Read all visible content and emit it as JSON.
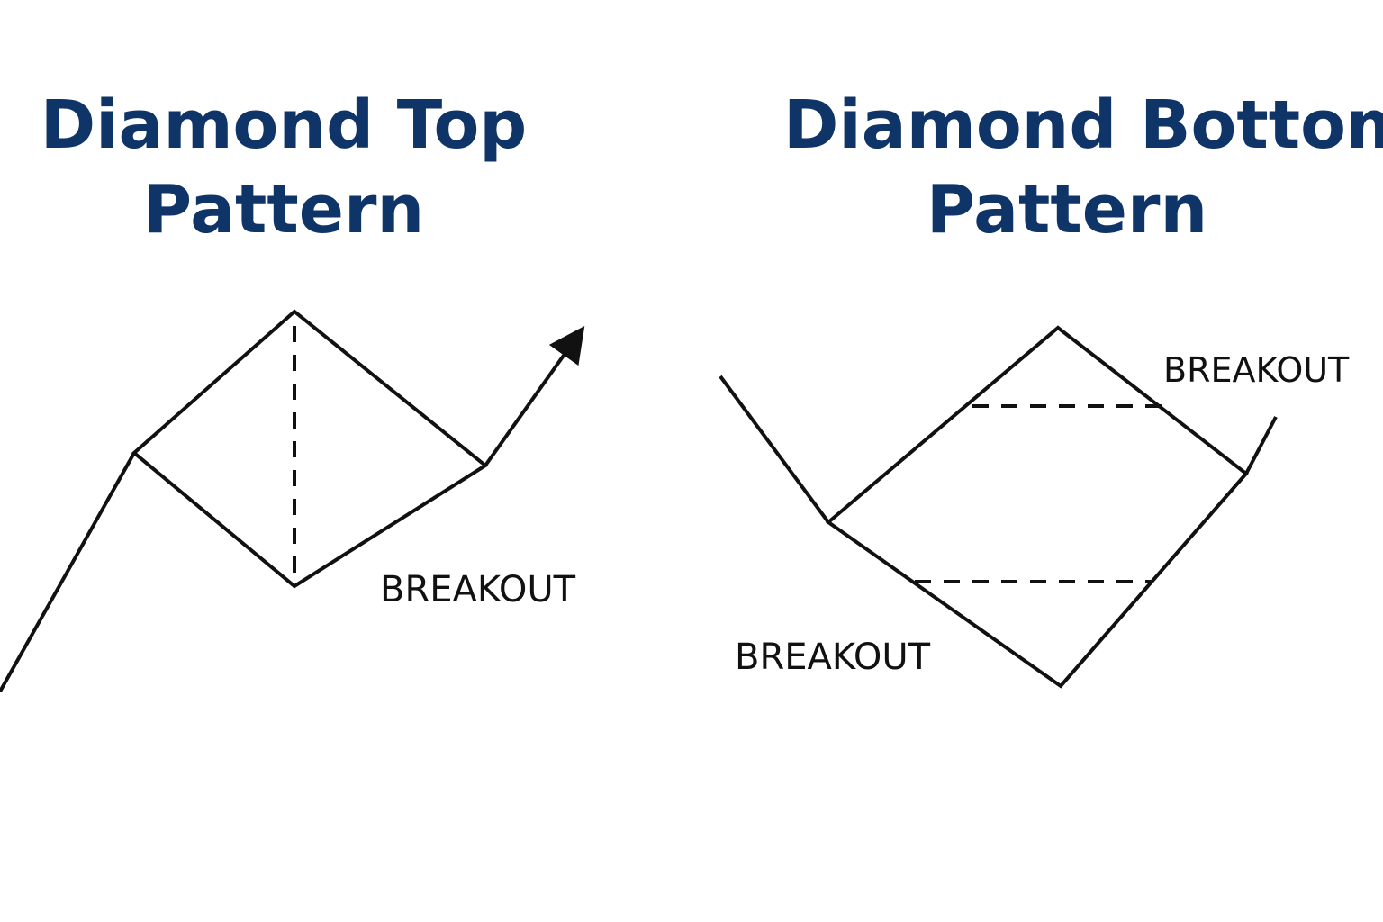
{
  "diagram_top": {
    "title_line1": "Diamond Top",
    "title_line2": "Pattern",
    "breakout_label": "BREAKOUT"
  },
  "diagram_bottom": {
    "title_line1": "Diamond Bottom",
    "title_line2": "Pattern",
    "breakout_label_upper": "BREAKOUT",
    "breakout_label_lower": "BREAKOUT"
  },
  "colors": {
    "title": "#0f3468",
    "lines": "#111111",
    "background": "#ffffff"
  }
}
